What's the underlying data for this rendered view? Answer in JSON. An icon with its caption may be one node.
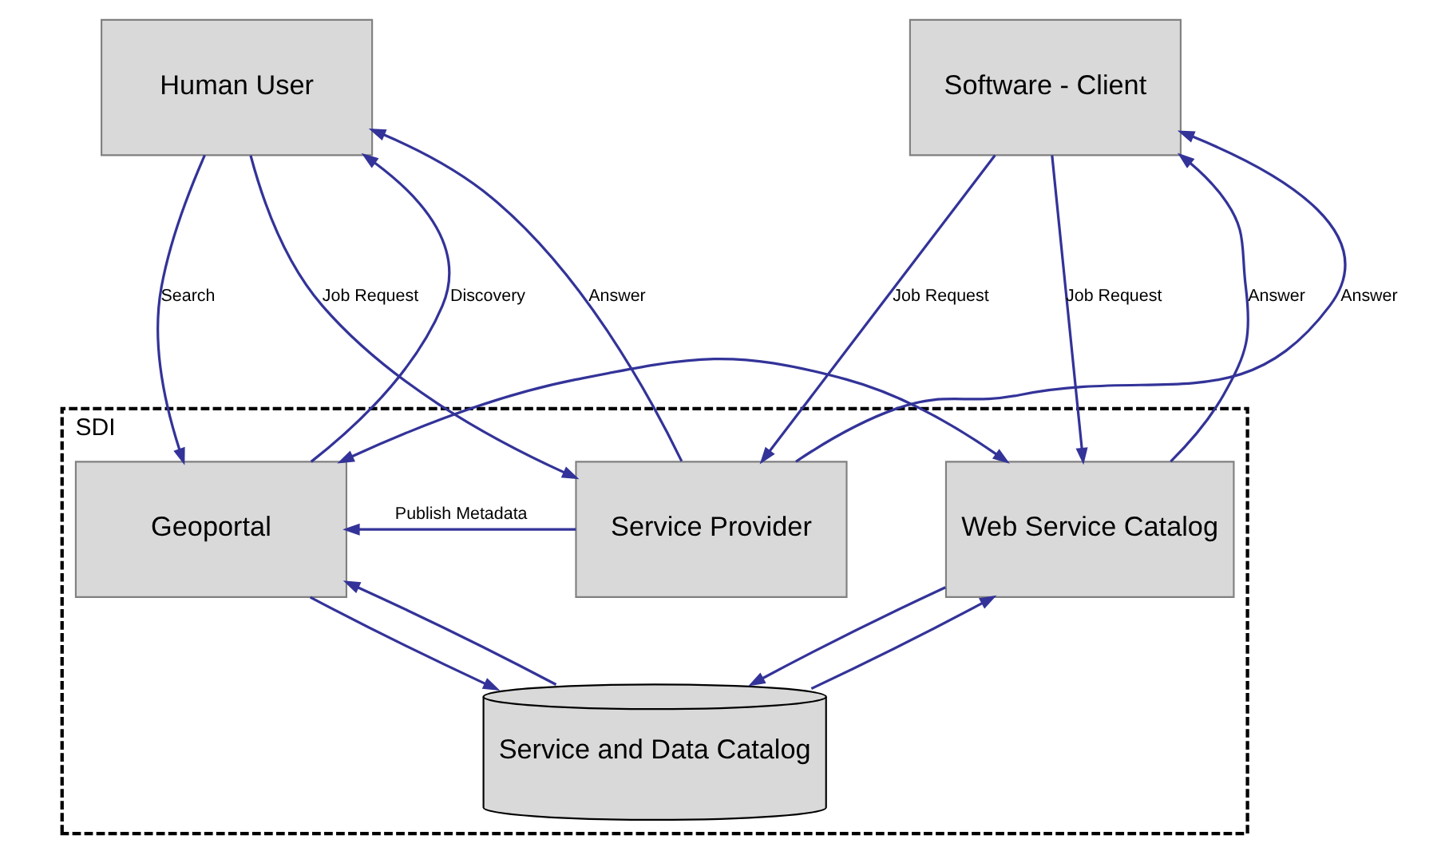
{
  "diagram": {
    "nodes": [
      {
        "text": [
          "Human User"
        ]
      },
      {
        "text": [
          "Software - Client"
        ]
      },
      {
        "text": [
          "SDI"
        ]
      },
      {
        "text": [
          "Geoportal"
        ],
        "in": 2
      },
      {
        "text": [
          "Web Service Catalog"
        ],
        "in": 2
      },
      {
        "text": [
          "Service and Data Catalog"
        ],
        "in": 2
      },
      {
        "text": [
          "Service Provider"
        ],
        "in": 2
      }
    ],
    "edges": [
      {
        "from": 3,
        "to": 0,
        "arrow": "to",
        "label": "Discovery"
      },
      {
        "from": 0,
        "to": 3,
        "arrow": "to",
        "label": "Search"
      },
      {
        "from": 4,
        "to": 1,
        "arrow": "to",
        "label": "Answer"
      },
      {
        "from": 1,
        "to": 4,
        "arrow": "to",
        "label": "Job Request"
      },
      {
        "from": 3,
        "to": 4,
        "arrow": "both"
      },
      {
        "from": 3,
        "to": 5,
        "arrow": "to"
      },
      {
        "from": 5,
        "to": 3,
        "arrow": "to"
      },
      {
        "from": 4,
        "to": 5,
        "arrow": "to"
      },
      {
        "from": 5,
        "to": 4,
        "arrow": "to"
      },
      {
        "from": 6,
        "to": 3,
        "arrow": "to",
        "label": "Publish Metadata"
      },
      {
        "from": 6,
        "to": 0,
        "arrow": "to",
        "label": "Answer"
      },
      {
        "from": 0,
        "to": 6,
        "arrow": "to",
        "label": "Job Request"
      },
      {
        "from": 6,
        "to": 1,
        "arrow": "to",
        "label": "Answer"
      },
      {
        "from": 1,
        "to": 6,
        "arrow": "to",
        "label": "Job Request"
      }
    ]
  }
}
